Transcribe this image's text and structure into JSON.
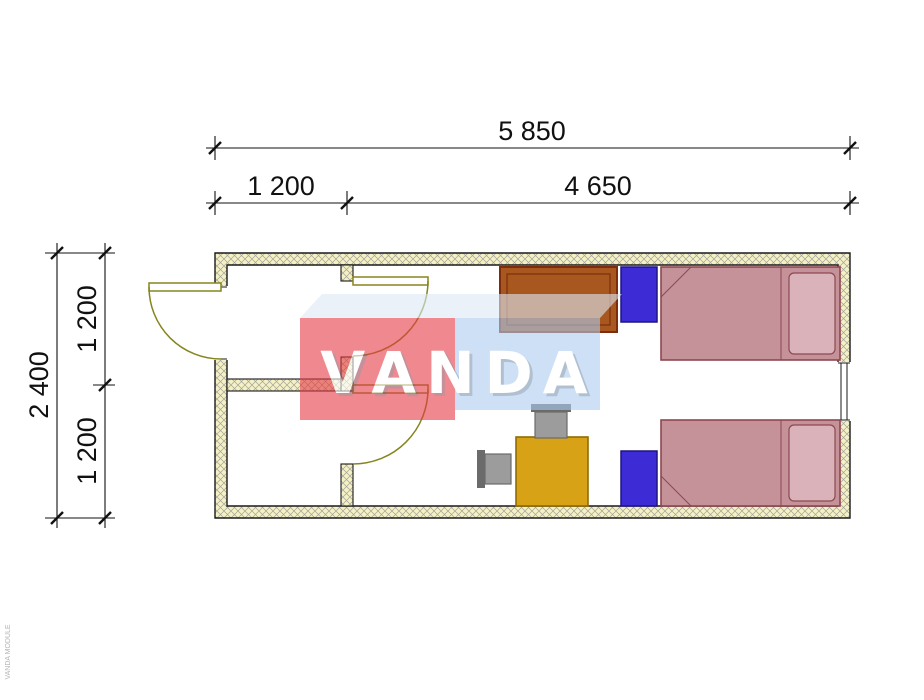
{
  "watermark": {
    "text": "VANDA"
  },
  "fine_print": "VANDA MODULE",
  "dimensions": {
    "top": {
      "total": "5 850",
      "segments": [
        "1 200",
        "4 650"
      ]
    },
    "left": {
      "total": "2 400",
      "segments": [
        "1 200",
        "1 200"
      ]
    }
  },
  "colors": {
    "wall_fill": "#f4f1c4",
    "hatch": "#a3a39b",
    "door": "#85851c",
    "wardrobe": "#a8571e",
    "wardrobe_border": "#7d2d0e",
    "nightstand": "#3d2bd6",
    "nightstand_border": "#1f1480",
    "bed": "#c5929a",
    "bed_border": "#8e4750",
    "pillow": "#dab3ba",
    "table": "#d7a216",
    "table_border": "#8f6c05",
    "chair": "#9c9c9c",
    "chair_border": "#6b6b6b",
    "watermark_red": "#e63a46",
    "watermark_blue": "#aecdf0",
    "watermark_top": "#dde9f6"
  }
}
